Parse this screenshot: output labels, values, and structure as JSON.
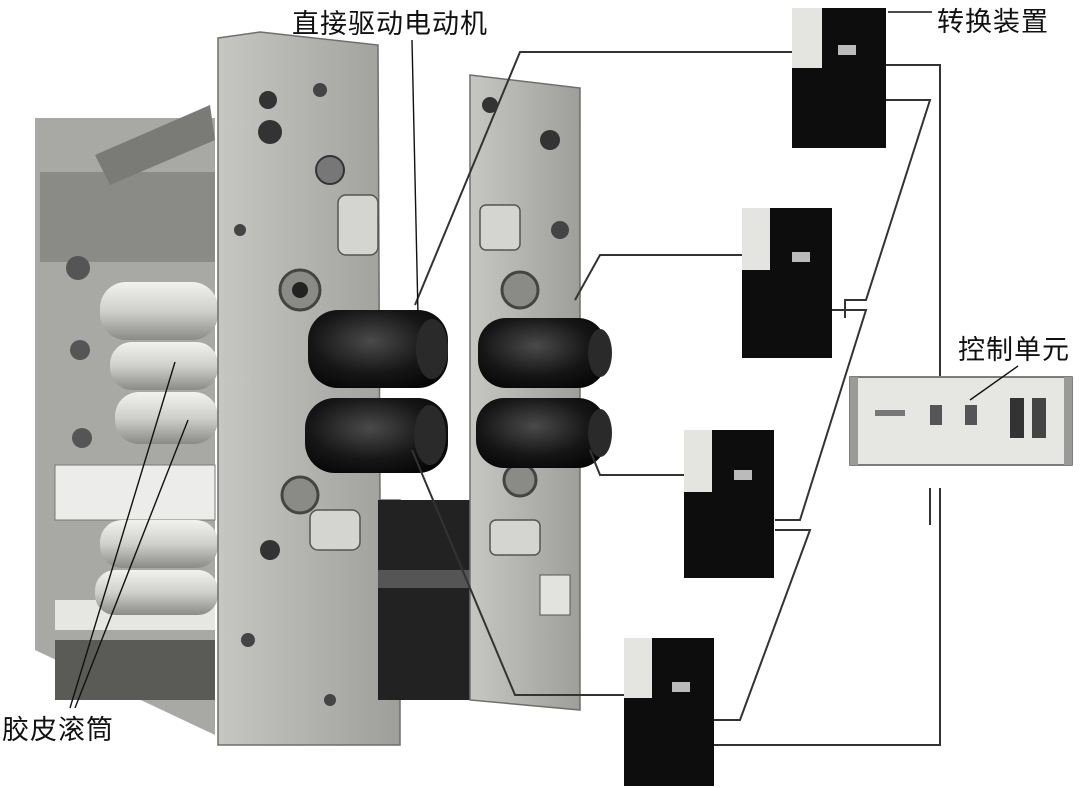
{
  "labels": {
    "motor": "直接驱动电动机",
    "converter": "转换装置",
    "control_unit": "控制单元",
    "rollers": "胶皮滚筒"
  },
  "colors": {
    "frame_metal": "#b4b4b0",
    "frame_dark": "#6e6e6a",
    "motor_body": "#141414",
    "converter_body": "#0d0d0d",
    "wire": "#333333",
    "roller": "#d8d8d4"
  }
}
